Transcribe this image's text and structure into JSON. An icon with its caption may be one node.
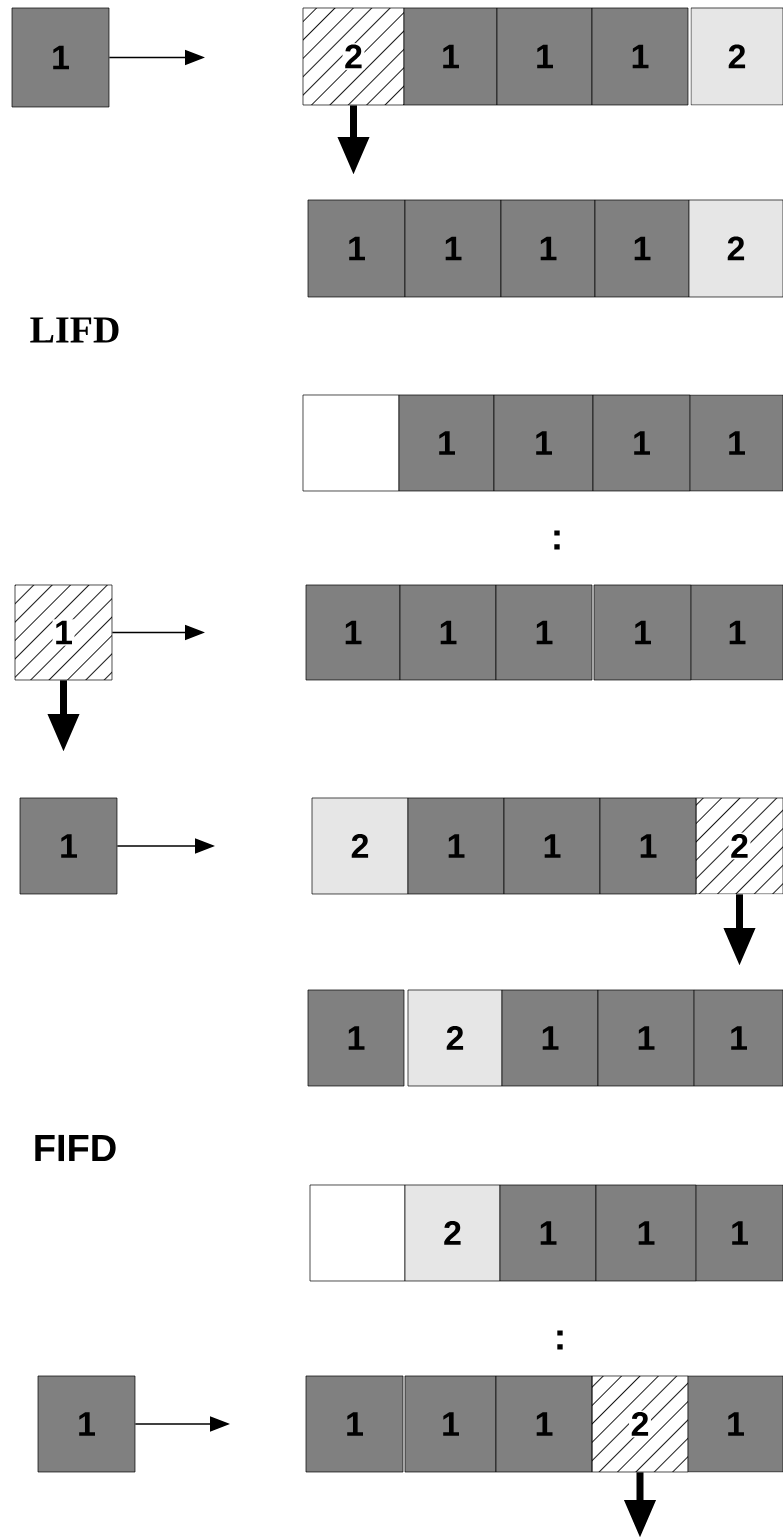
{
  "diagram": {
    "nodes": [
      {
        "text": [
          "1"
        ]
      },
      {
        "text": [
          "2"
        ]
      },
      {
        "text": [
          "1"
        ]
      },
      {
        "text": [
          "1"
        ]
      },
      {
        "text": [
          "1"
        ]
      },
      {
        "text": [
          "2"
        ]
      },
      {
        "text": [
          "1"
        ]
      },
      {
        "text": [
          "1"
        ]
      },
      {
        "text": [
          "1"
        ]
      },
      {
        "text": [
          "1"
        ]
      },
      {
        "text": [
          "2"
        ]
      },
      {
        "text": [],
        "shape": "box"
      },
      {
        "text": [
          "1"
        ]
      },
      {
        "text": [
          "1"
        ]
      },
      {
        "text": [
          "1"
        ]
      },
      {
        "text": [
          "1"
        ]
      },
      {
        "text": [
          "1"
        ]
      },
      {
        "text": [
          "1"
        ]
      },
      {
        "text": [
          "1"
        ]
      },
      {
        "text": [
          "1"
        ]
      },
      {
        "text": [
          "1"
        ]
      },
      {
        "text": [
          "1"
        ]
      },
      {
        "text": [
          "1"
        ]
      },
      {
        "text": [
          "2"
        ]
      },
      {
        "text": [
          "1"
        ]
      },
      {
        "text": [
          "1"
        ]
      },
      {
        "text": [
          "1"
        ]
      },
      {
        "text": [
          "2"
        ]
      },
      {
        "text": [
          "1"
        ]
      },
      {
        "text": [
          "2"
        ]
      },
      {
        "text": [
          "1"
        ]
      },
      {
        "text": [
          "1"
        ]
      },
      {
        "text": [
          "1"
        ]
      },
      {
        "text": [],
        "shape": "box"
      },
      {
        "text": [
          "2"
        ]
      },
      {
        "text": [
          "1"
        ]
      },
      {
        "text": [
          "1"
        ]
      },
      {
        "text": [
          "1"
        ]
      },
      {
        "text": [
          "1"
        ]
      },
      {
        "text": [
          "1"
        ]
      },
      {
        "text": [
          "1"
        ]
      },
      {
        "text": [
          "1"
        ]
      },
      {
        "text": [
          "2"
        ]
      },
      {
        "text": [
          "1"
        ]
      }
    ],
    "edges": [
      {
        "from": 0,
        "to": null,
        "arrow": "to"
      },
      {
        "from": 1,
        "to": null,
        "arrow": "to",
        "style": "thick"
      },
      {
        "from": 16,
        "to": null,
        "arrow": "to"
      },
      {
        "from": 16,
        "to": null,
        "arrow": "to",
        "style": "thick"
      },
      {
        "from": 22,
        "to": null,
        "arrow": "to"
      },
      {
        "from": 27,
        "to": null,
        "arrow": "to",
        "style": "thick"
      },
      {
        "from": 38,
        "to": null,
        "arrow": "to"
      },
      {
        "from": 42,
        "to": null,
        "arrow": "to",
        "style": "thick"
      }
    ],
    "labels": [
      "LIFD",
      ":",
      "FIFD",
      ":"
    ]
  }
}
